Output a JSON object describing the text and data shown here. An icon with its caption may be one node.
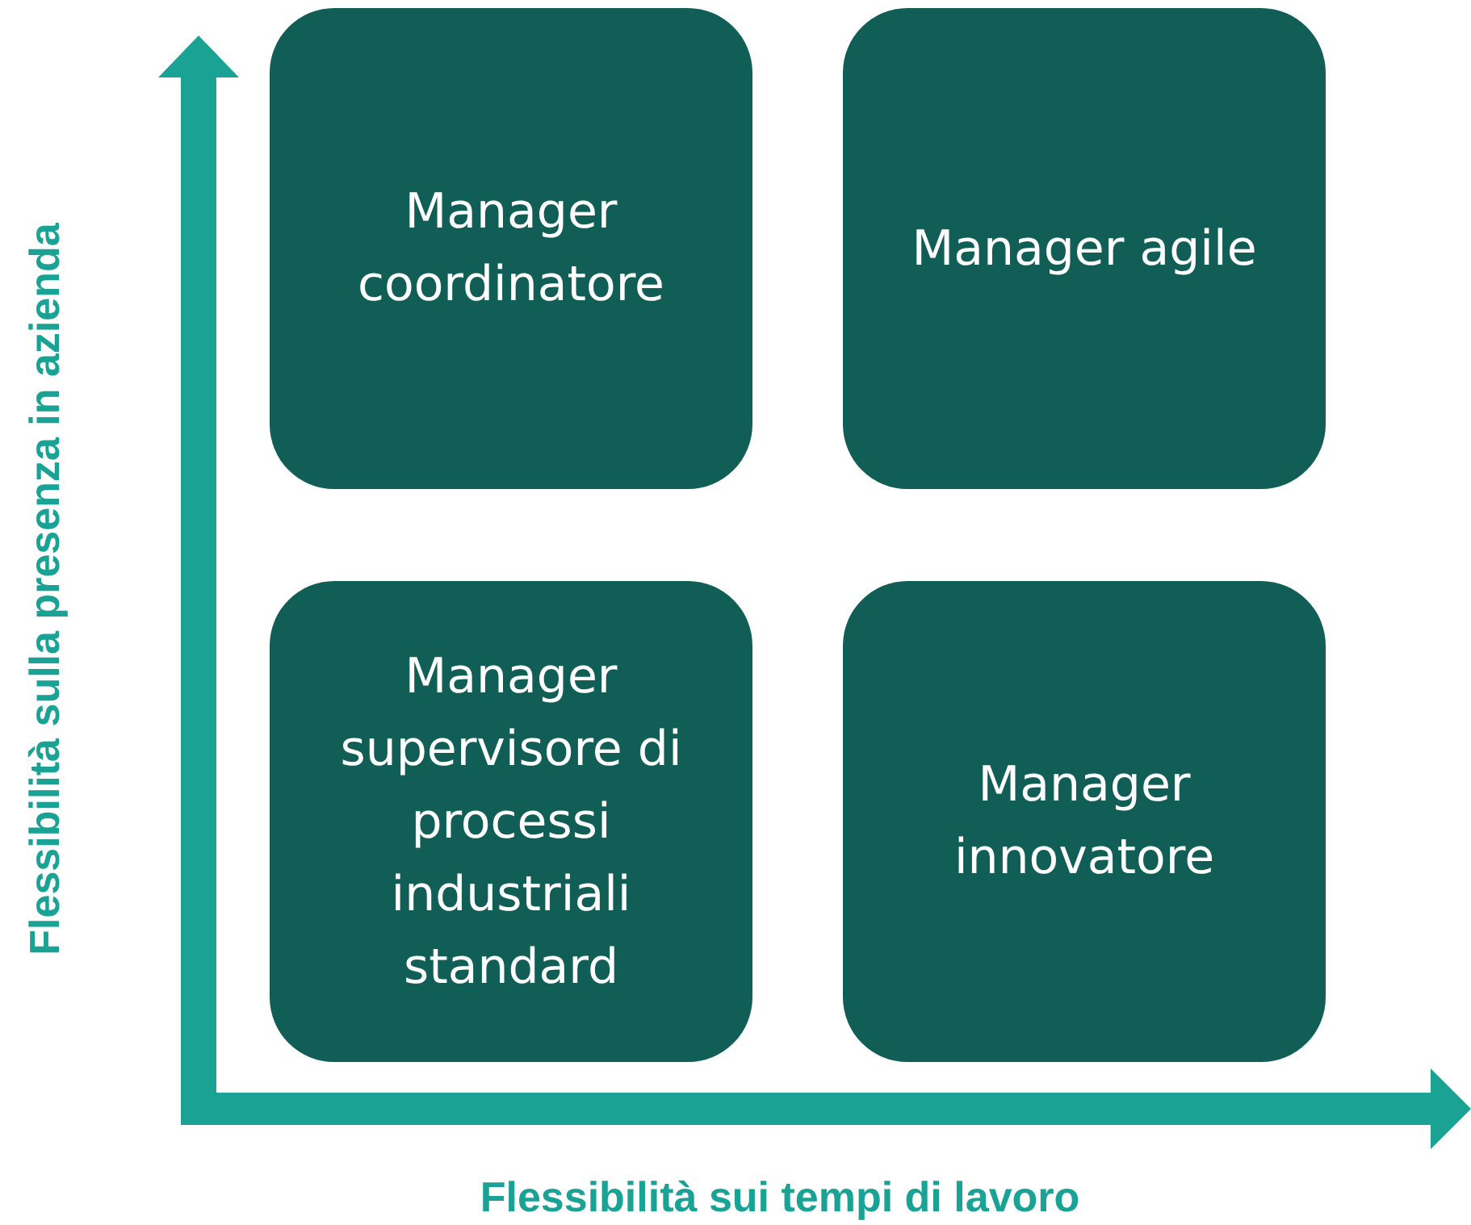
{
  "diagram": {
    "nodes": [
      {
        "text": [
          "Manager coordinatore"
        ]
      },
      {
        "text": [
          "Manager agile"
        ]
      },
      {
        "text": [
          "Manager supervisore di processi industriali standard"
        ]
      },
      {
        "text": [
          "Manager innovatore"
        ]
      }
    ],
    "labels": [
      "Flessibilità sulla presenza in azienda",
      "Flessibilità sui tempi di lavoro"
    ]
  }
}
